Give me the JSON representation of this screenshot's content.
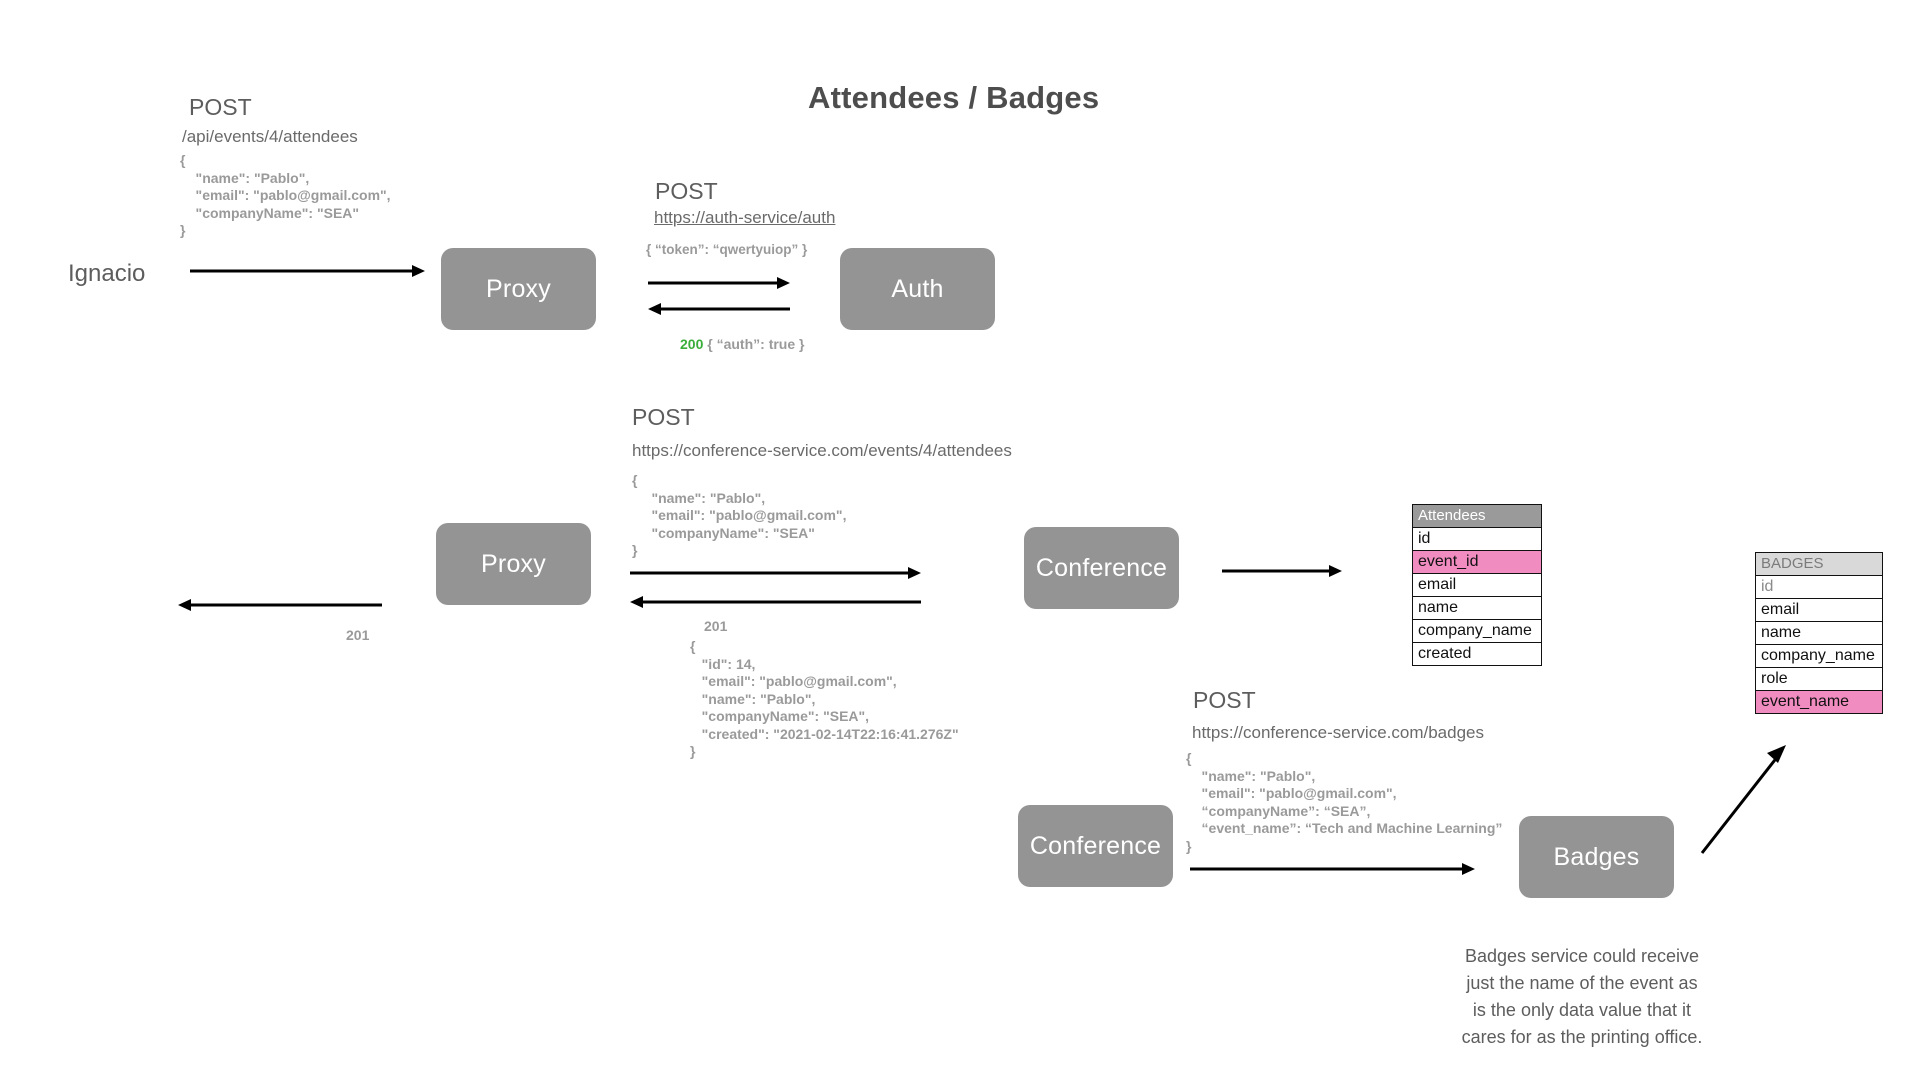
{
  "page": {
    "title": "Attendees / Badges",
    "background": "#ffffff",
    "node_color": "#949494",
    "status_color": "#3aad3a",
    "highlight_color": "#f08cc0"
  },
  "actors": {
    "client": "Ignacio"
  },
  "nodes": {
    "proxy_top": "Proxy",
    "auth": "Auth",
    "proxy_mid": "Proxy",
    "conference_mid": "Conference",
    "conference_bottom": "Conference",
    "badges": "Badges"
  },
  "requests": {
    "client_to_proxy": {
      "verb": "POST",
      "url": "/api/events/4/attendees",
      "body": "{\n    \"name\": \"Pablo\",\n    \"email\": \"pablo@gmail.com\",\n    \"companyName\": \"SEA\"\n}"
    },
    "proxy_to_auth": {
      "verb": "POST",
      "url": "https://auth-service/auth",
      "body": "{ “token”: “qwertyuiop” }",
      "response_code": "200",
      "response_body": "{ “auth”: true }"
    },
    "proxy_to_conference": {
      "verb": "POST",
      "url": "https://conference-service.com/events/4/attendees",
      "body": "{\n     \"name\": \"Pablo\",\n     \"email\": \"pablo@gmail.com\",\n     \"companyName\": \"SEA\"\n}",
      "response_code": "201",
      "response_body": "{\n   \"id\": 14,\n   \"email\": \"pablo@gmail.com\",\n   \"name\": \"Pablo\",\n   \"companyName\": \"SEA\",\n   \"created\": \"2021-02-14T22:16:41.276Z\"\n}"
    },
    "client_response": {
      "response_code": "201"
    },
    "conference_to_badges": {
      "verb": "POST",
      "url": "https://conference-service.com/badges",
      "body": "{\n    \"name\": \"Pablo\",\n    \"email\": \"pablo@gmail.com\",\n    “companyName”: “SEA”,\n    “event_name”: “Tech and Machine Learning”\n}"
    }
  },
  "tables": {
    "attendees": {
      "name": "Attendees",
      "columns": [
        "id",
        "event_id",
        "email",
        "name",
        "company_name",
        "created"
      ],
      "highlighted": [
        "event_id"
      ]
    },
    "badges": {
      "name": "BADGES",
      "columns": [
        "id",
        "email",
        "name",
        "company_name",
        "role",
        "event_name"
      ],
      "highlighted": [
        "event_name"
      ],
      "muted": [
        "id"
      ]
    }
  },
  "caption": {
    "text": "Badges service could receive\njust the name of the event as\nis the only data value that it\ncares for as the printing office."
  }
}
